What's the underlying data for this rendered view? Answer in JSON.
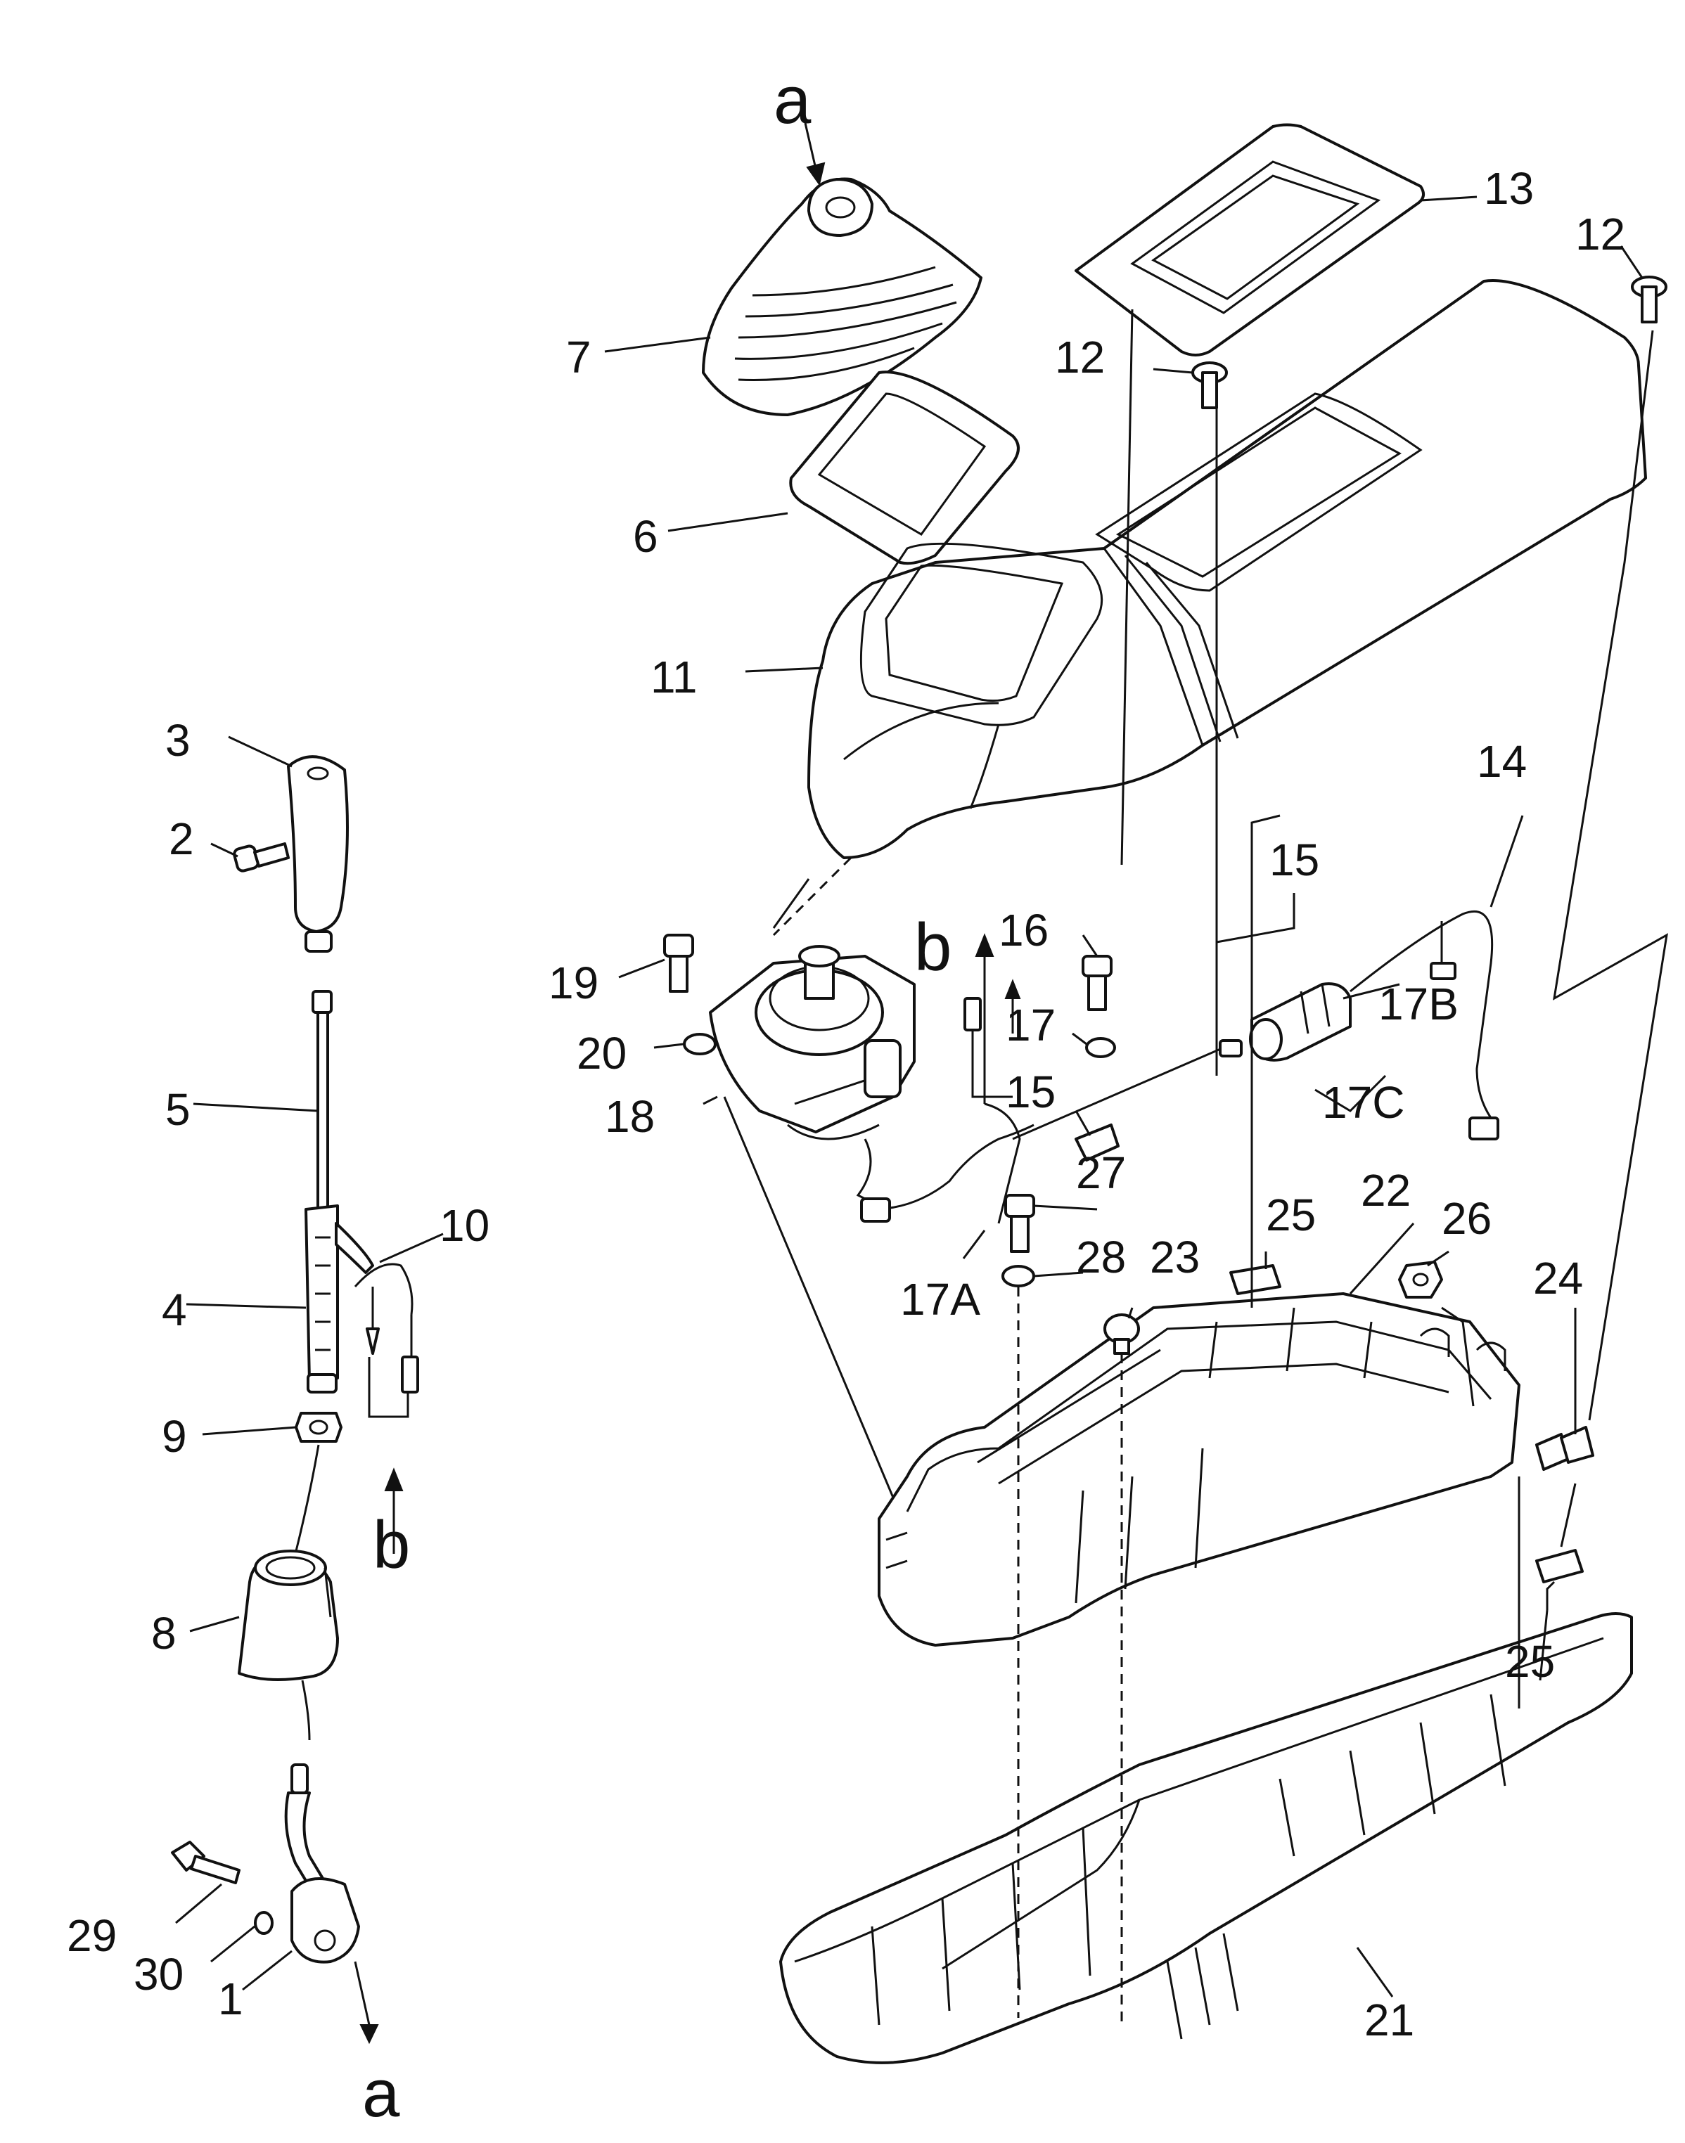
{
  "labels": {
    "a_top": "a",
    "p13": "13",
    "p12_right": "12",
    "p12_mid": "12",
    "p7": "7",
    "p6": "6",
    "p11": "11",
    "p14": "14",
    "p15_top": "15",
    "p3": "3",
    "p2": "2",
    "b_mid": "b",
    "p16": "16",
    "p19": "19",
    "p17": "17",
    "p17B": "17B",
    "p20": "20",
    "p15_mid": "15",
    "p17C": "17C",
    "p5": "5",
    "p18": "18",
    "p27": "27",
    "p10": "10",
    "p25_top": "25",
    "p22": "22",
    "p26": "26",
    "p28": "28",
    "p23": "23",
    "p4": "4",
    "p17A": "17A",
    "p24": "24",
    "p9": "9",
    "b_low": "b",
    "p8": "8",
    "p25_bot": "25",
    "p29": "29",
    "p30": "30",
    "p1": "1",
    "p21": "21",
    "a_bot": "a"
  }
}
